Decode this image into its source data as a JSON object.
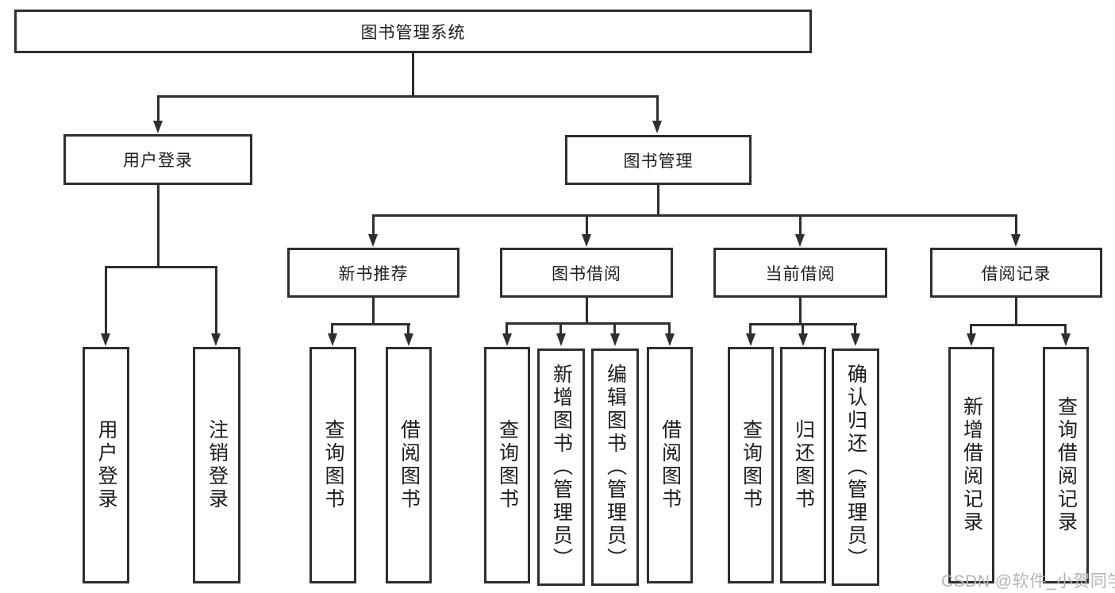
{
  "diagram": {
    "title": "图书管理系统",
    "nodes": {
      "root": "图书管理系统",
      "user_login": "用户登录",
      "book_mgmt": "图书管理",
      "new_book": "新书推荐",
      "book_borrow": "图书借阅",
      "current_borrow": "当前借阅",
      "borrow_record": "借阅记录",
      "leaves": {
        "user_login": [
          "用户登录",
          "注销登录"
        ],
        "new_book": [
          "查询图书",
          "借阅图书"
        ],
        "book_borrow": [
          "查询图书",
          "新增图书（管理员）",
          "编辑图书（管理员）",
          "借阅图书"
        ],
        "current_borrow": [
          "查询图书",
          "归还图书",
          "确认归还（管理员）"
        ],
        "borrow_record": [
          "新增借阅记录",
          "查询借阅记录"
        ]
      }
    },
    "colors": {
      "line": "#2e2e2e",
      "text": "#1c1c1c",
      "background": "#ffffff",
      "watermark_text": "#b5b5b5"
    },
    "watermark": "CSDN @软件_小贺同学"
  }
}
